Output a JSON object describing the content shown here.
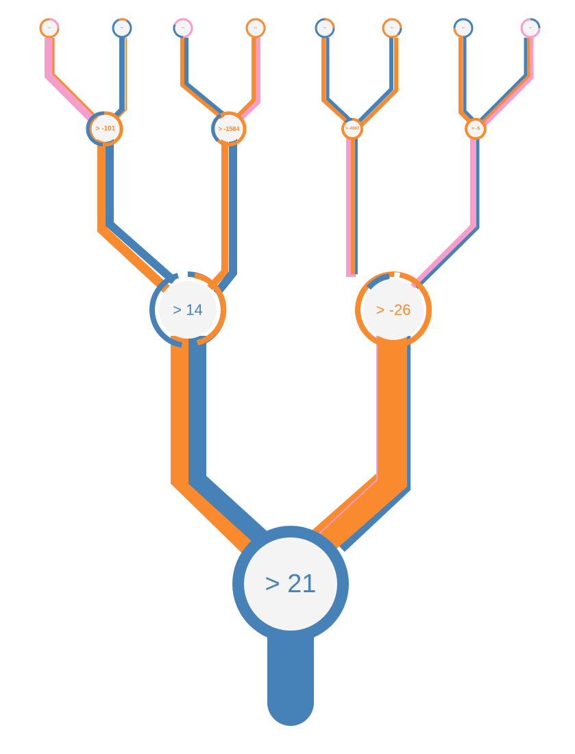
{
  "colors": {
    "class_a": "#4682b8",
    "class_b": "#fa8a2e",
    "class_c": "#f59ecb",
    "node_fill": "#f4f4f4",
    "background": "#ffffff"
  },
  "tree": {
    "root": {
      "label": "> 21",
      "color": "#4682b8"
    },
    "level1": [
      {
        "label": "> 14",
        "color": "#4682b8"
      },
      {
        "label": "> -26",
        "color": "#fa8a2e"
      }
    ],
    "level2": [
      {
        "label": "> -101",
        "color": "#fa8a2e"
      },
      {
        "label": "> -1584",
        "color": "#fa8a2e"
      },
      {
        "label": "> -4007",
        "color": "#fa8a2e"
      },
      {
        "label": "> -5",
        "color": "#fa8a2e"
      }
    ],
    "leaves": [
      {
        "label": "--"
      },
      {
        "label": "--"
      },
      {
        "label": "--"
      },
      {
        "label": "--"
      },
      {
        "label": "--"
      },
      {
        "label": "--"
      },
      {
        "label": "--"
      },
      {
        "label": "--"
      }
    ]
  }
}
